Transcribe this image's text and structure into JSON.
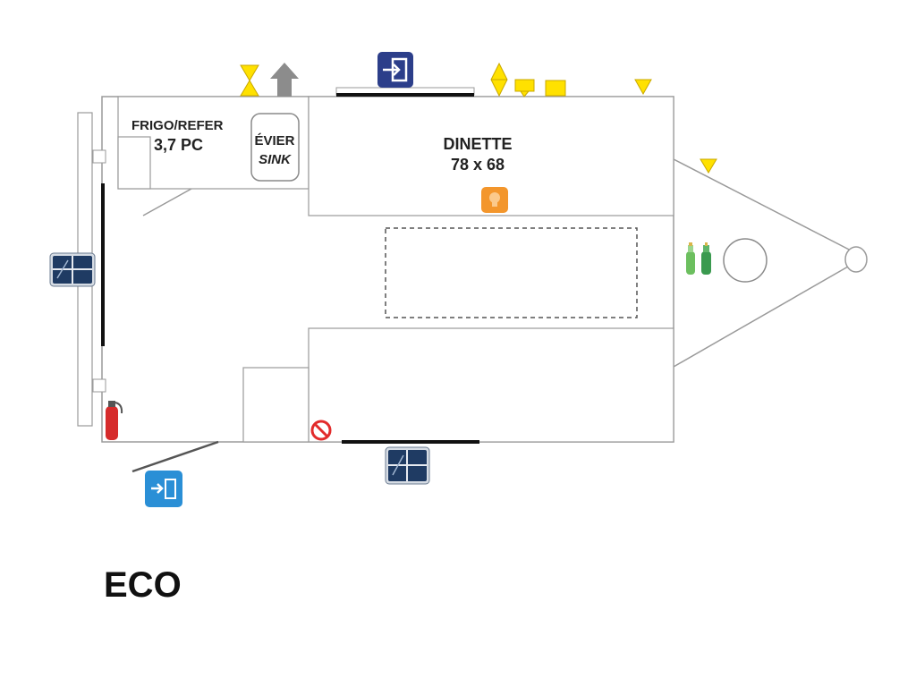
{
  "fridge": {
    "label": "FRIGO/REFER",
    "capacity": "3,7 PC"
  },
  "sink": {
    "label_fr": "ÉVIER",
    "label_en": "SINK"
  },
  "dinette": {
    "label": "DINETTE",
    "size": "78 x 68"
  },
  "model": {
    "name": "ECO"
  },
  "colors": {
    "wall": "#9a9a9a",
    "door_icon": "#2c3e8a",
    "exit_icon": "#2a8fd6",
    "indicator": "#ffe100",
    "light": "#f3962c",
    "propane": "#6cbf5f",
    "extinguisher": "#d62b2b",
    "no_smoking": "#e22b2b"
  },
  "icons": [
    "window-icon",
    "door-entry-icon",
    "emergency-exit-icon",
    "vent-arrow-icon",
    "ceiling-light-icon",
    "fire-extinguisher-icon",
    "no-smoking-icon",
    "propane-tank-icon",
    "spare-tire-icon",
    "hitch-icon",
    "triangle-marker-icon",
    "hourglass-marker-icon",
    "diamond-marker-icon",
    "square-marker-icon"
  ]
}
